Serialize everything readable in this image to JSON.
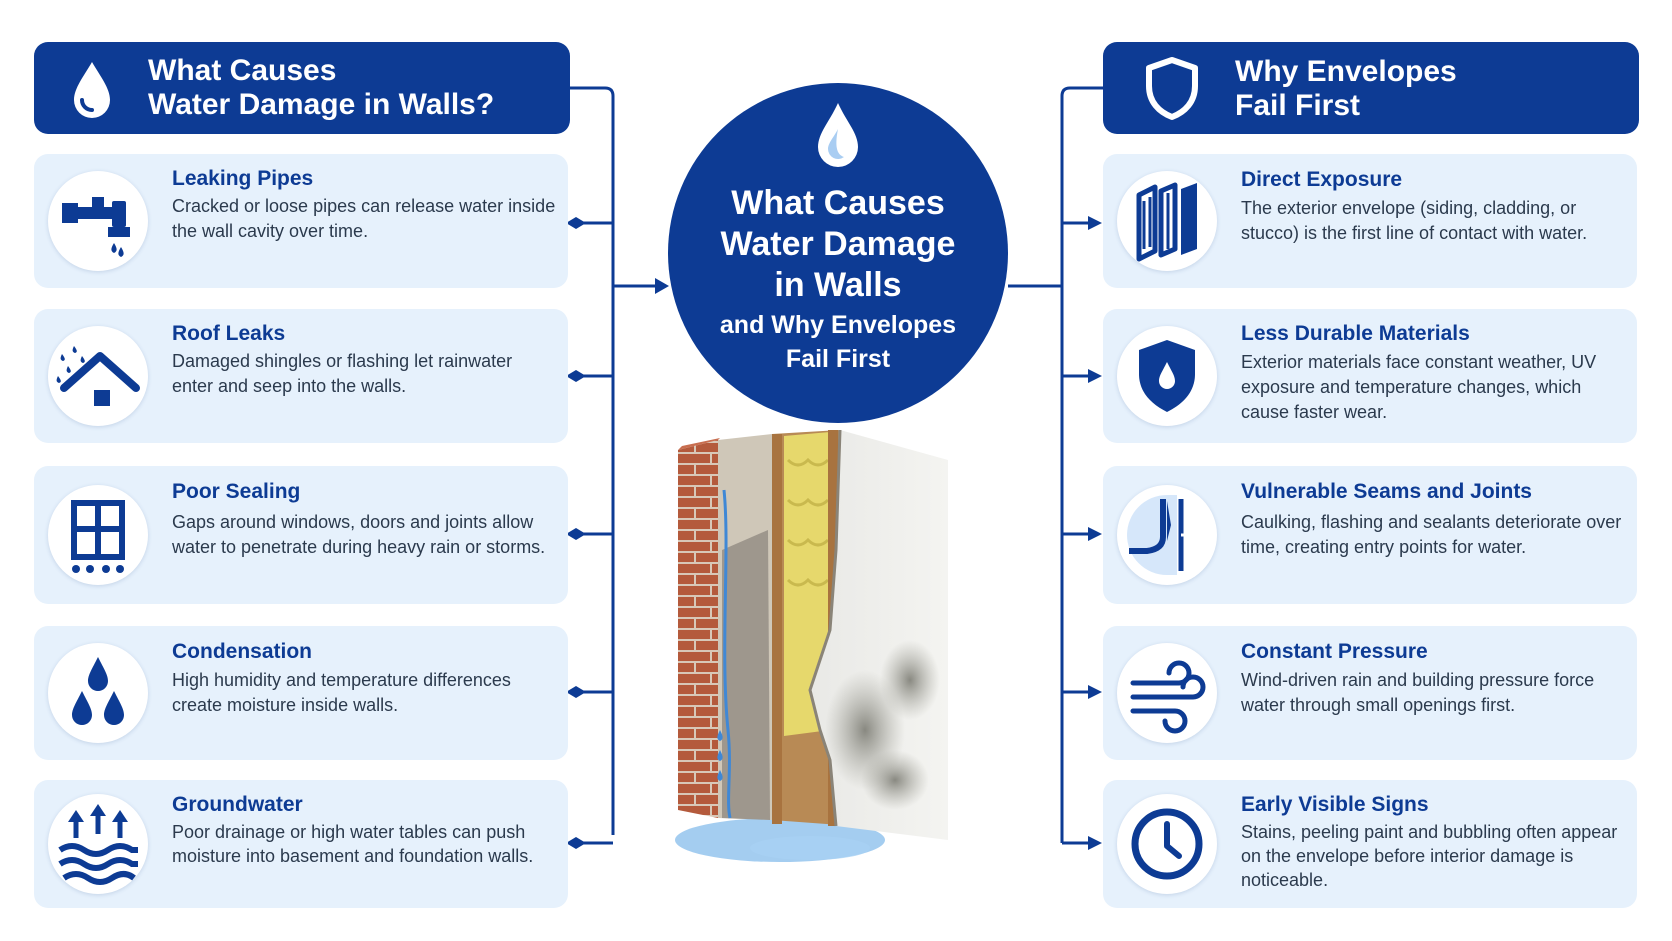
{
  "left_header": {
    "title_line1": "What Causes",
    "title_line2": "Water Damage in Walls?",
    "icon": "water-drop-icon"
  },
  "right_header": {
    "title_line1": "Why Envelopes",
    "title_line2": "Fail First",
    "icon": "shield-icon"
  },
  "center": {
    "title_line1": "What Causes",
    "title_line2": "Water Damage",
    "title_line3": "in Walls",
    "subtitle_line1": "and Why Envelopes",
    "subtitle_line2": "Fail First",
    "icon": "water-drop-icon"
  },
  "left_items": [
    {
      "title": "Leaking Pipes",
      "description": "Cracked or loose pipes can release water inside the wall cavity over time.",
      "icon": "leaking-pipe-icon"
    },
    {
      "title": "Roof Leaks",
      "description": "Damaged shingles or flashing let rainwater enter and seep into the walls.",
      "icon": "roof-rain-icon"
    },
    {
      "title": "Poor Sealing",
      "description": "Gaps around windows, doors and joints allow water to penetrate during heavy rain or storms.",
      "icon": "window-icon"
    },
    {
      "title": "Condensation",
      "description": "High humidity and temperature differences create moisture inside walls.",
      "icon": "water-droplets-icon"
    },
    {
      "title": "Groundwater",
      "description": "Poor drainage or high water tables can push moisture into basement and foundation walls.",
      "icon": "groundwater-icon"
    }
  ],
  "right_items": [
    {
      "title": "Direct Exposure",
      "description": "The exterior envelope (siding, cladding, or stucco) is the first line of contact with water.",
      "icon": "wall-panels-icon"
    },
    {
      "title": "Less Durable Materials",
      "description": "Exterior materials face constant weather, UV exposure and temperature changes, which cause faster wear.",
      "icon": "shield-drop-icon"
    },
    {
      "title": "Vulnerable Seams and Joints",
      "description": "Caulking, flashing and sealants deteriorate over time, creating entry points for water.",
      "icon": "caulk-seam-icon"
    },
    {
      "title": "Constant Pressure",
      "description": "Wind-driven rain and building pressure force water through small openings first.",
      "icon": "wind-icon"
    },
    {
      "title": "Early Visible Signs",
      "description": "Stains, peeling paint and bubbling often appear on the envelope before interior damage is noticeable.",
      "icon": "clock-icon"
    }
  ],
  "colors": {
    "navy": "#0d3b94",
    "card_bg": "#e6f1fc",
    "accent_blue": "#2f6fd0",
    "light_blue": "#9fc6ef"
  }
}
